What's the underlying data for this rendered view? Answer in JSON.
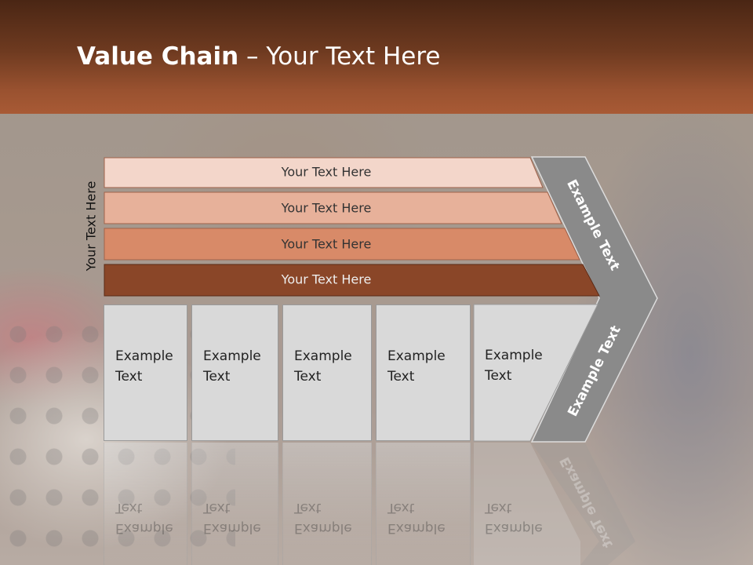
{
  "slide": {
    "title_bold": "Value Chain",
    "title_rest": " – Your Text Here",
    "side_label": "Your Text Here"
  },
  "bands": [
    {
      "label": "Your Text Here",
      "color": "#f3d6ca"
    },
    {
      "label": "Your Text Here",
      "color": "#e7b19a"
    },
    {
      "label": "Your Text Here",
      "color": "#d88a68"
    },
    {
      "label": "Your Text Here",
      "color": "#8a4628"
    }
  ],
  "chevron": {
    "upper_label": "Example Text",
    "lower_label": "Example Text",
    "color": "#8a8a8a"
  },
  "boxes": [
    {
      "label": "Example\nText"
    },
    {
      "label": "Example\nText"
    },
    {
      "label": "Example\nText"
    },
    {
      "label": "Example\nText"
    },
    {
      "label": "Example\nText"
    }
  ],
  "colors": {
    "header": "#7a4024",
    "box_fill": "#d9d9d9"
  }
}
